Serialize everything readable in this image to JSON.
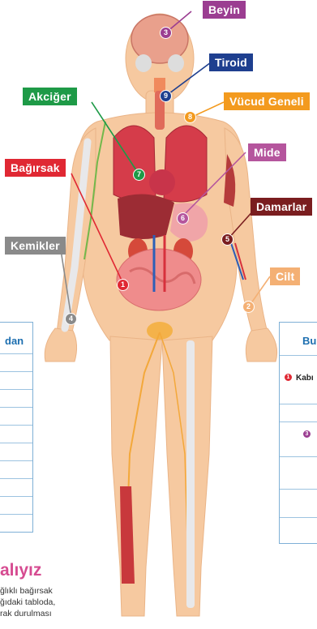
{
  "labels": {
    "beyin": "Beyin",
    "tiroid": "Tiroid",
    "vucud": "Vücud Geneli",
    "akciger": "Akciğer",
    "mide": "Mide",
    "bagirsak": "Bağırsak",
    "damarlar": "Damarlar",
    "kemikler": "Kemikler",
    "cilt": "Cilt"
  },
  "markers": {
    "m1": "1",
    "m2": "2",
    "m3": "3",
    "m4": "4",
    "m5": "5",
    "m6": "6",
    "m7": "7",
    "m8": "8",
    "m9": "9"
  },
  "colors": {
    "beyin": "#9b3d91",
    "tiroid": "#1e3f8f",
    "vucud": "#f39a1e",
    "akciger": "#1e9a47",
    "mide": "#b5559d",
    "bagirsak": "#e02833",
    "damarlar": "#7a1d1f",
    "kemikler": "#8a8a8a",
    "cilt": "#f4b074"
  },
  "left_table": {
    "header": "dan"
  },
  "right_table": {
    "header": "Bu",
    "row_label": "Kabı",
    "marker_1": "1",
    "marker_3": "3"
  },
  "bottom": {
    "title": "alıyız",
    "lines": [
      "ğlıklı bağırsak",
      "ğıdaki tabloda,",
      "rak durulması"
    ]
  }
}
